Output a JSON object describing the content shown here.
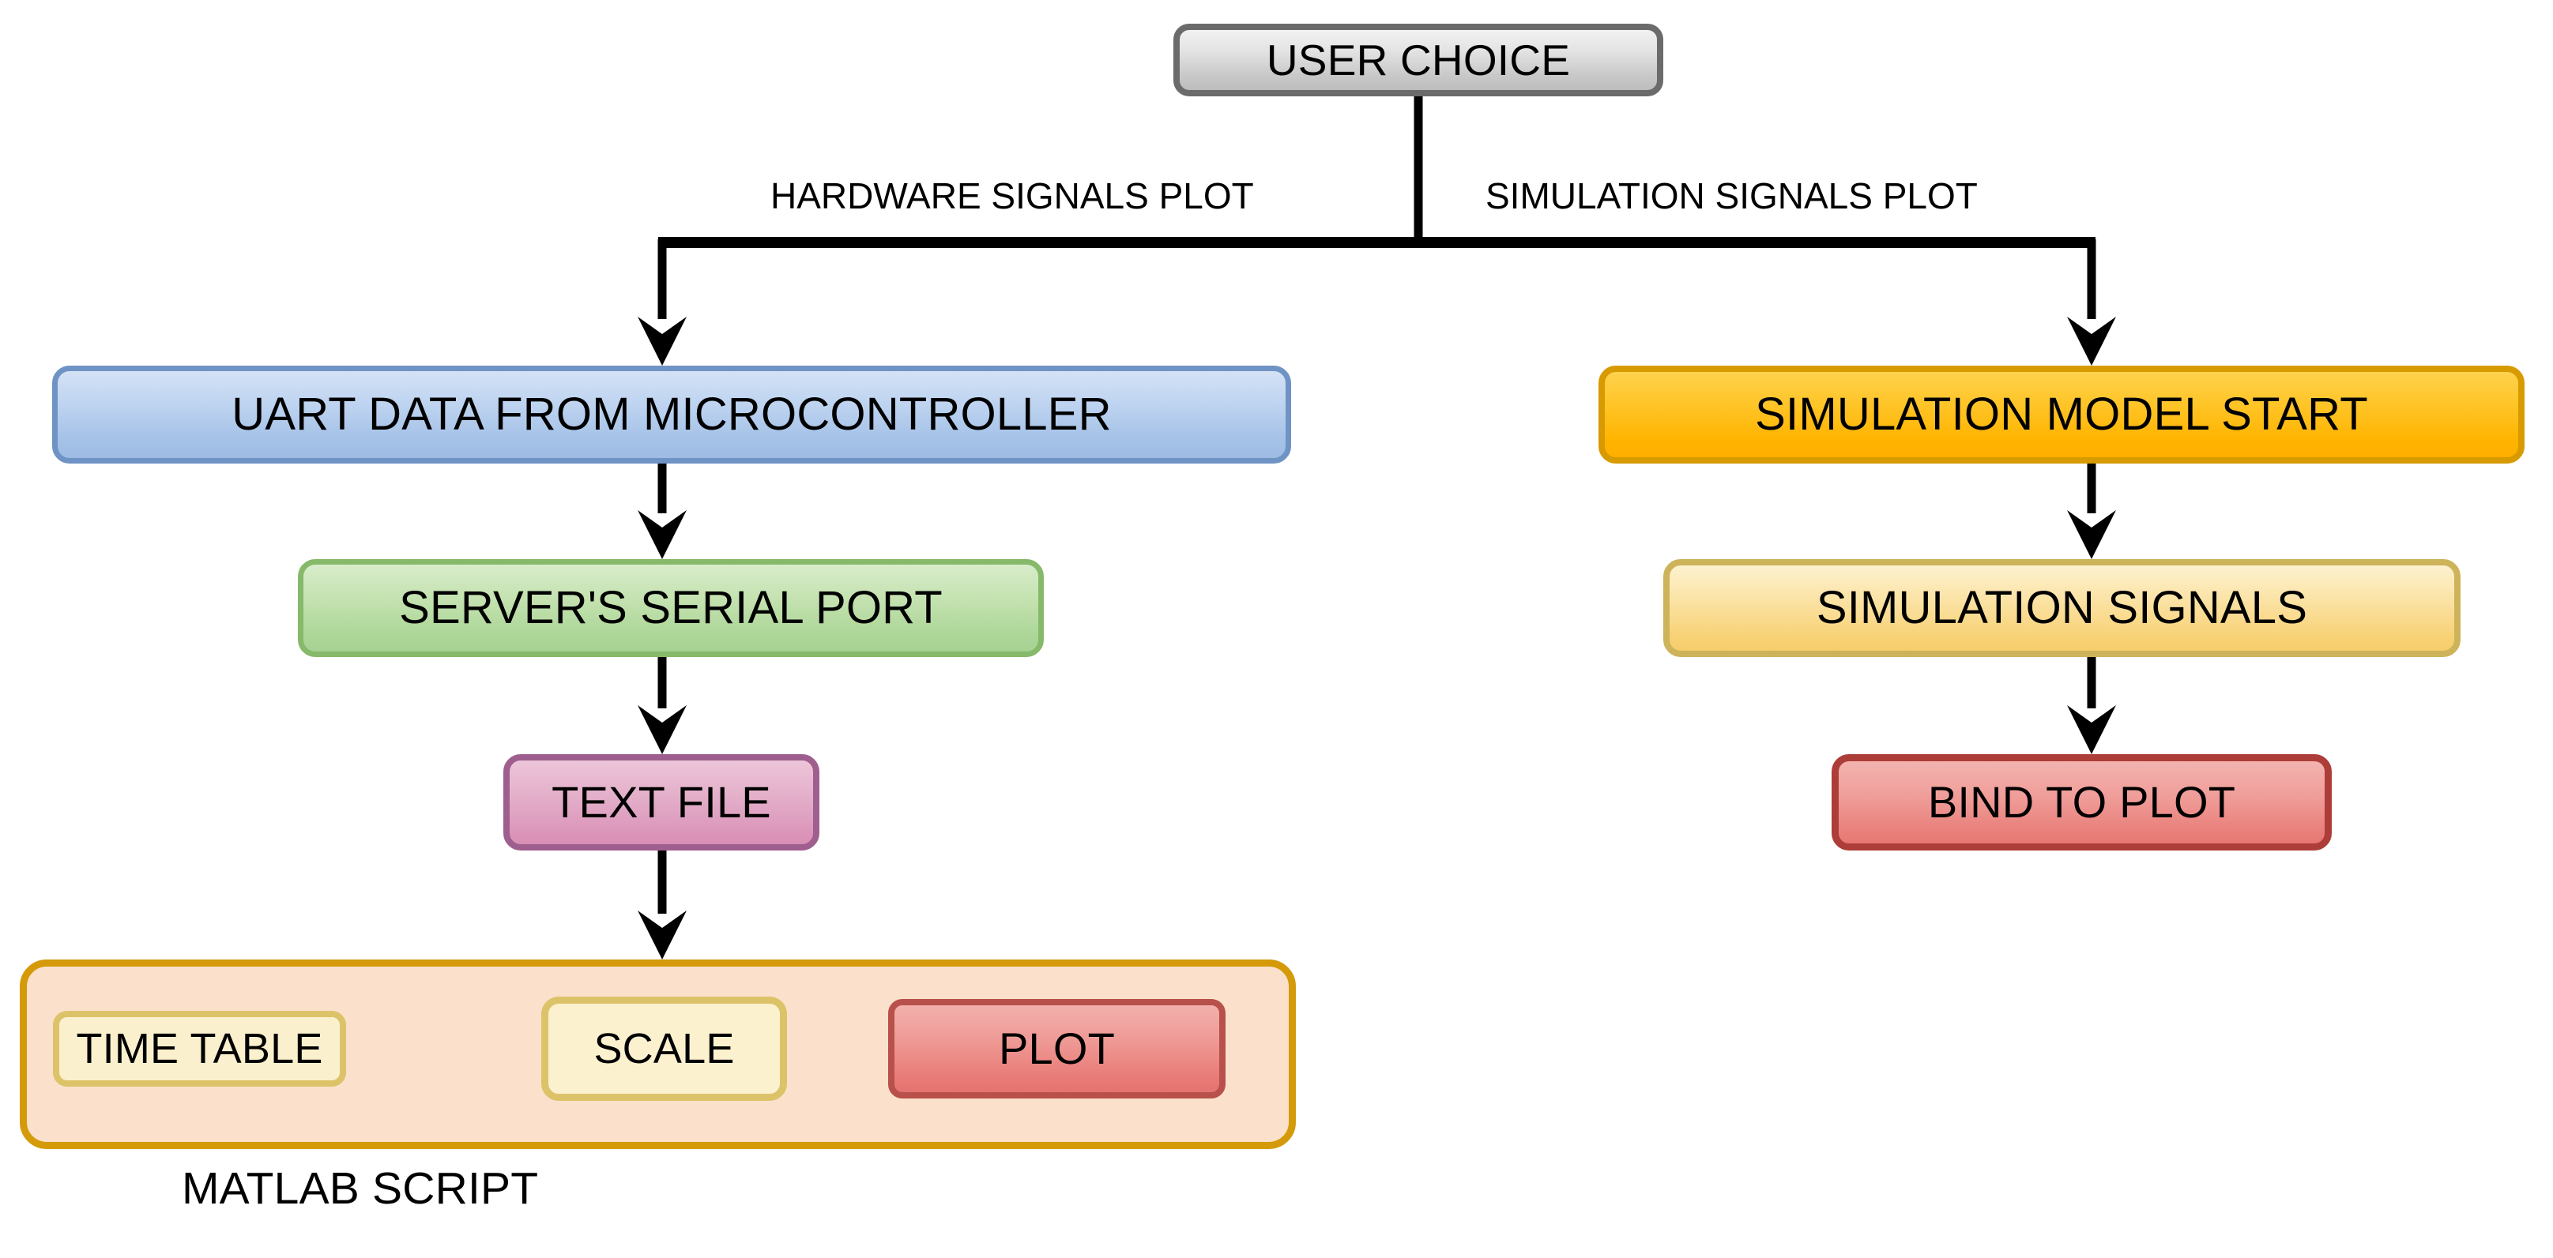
{
  "diagram": {
    "title": "USER CHOICE",
    "nodes": {
      "user_choice": "USER CHOICE",
      "uart_data": "UART DATA FROM MICROCONTROLLER",
      "serial_port": "SERVER'S SERIAL PORT",
      "text_file": "TEXT FILE",
      "time_table": "TIME TABLE",
      "scale": "SCALE",
      "plot": "PLOT",
      "matlab_script": "MATLAB SCRIPT",
      "sim_model_start": "SIMULATION MODEL START",
      "sim_signals": "SIMULATION SIGNALS",
      "bind_to_plot": "BIND TO PLOT"
    },
    "edge_labels": {
      "hardware_branch": "HARDWARE SIGNALS PLOT",
      "simulation_branch": "SIMULATION SIGNALS PLOT"
    },
    "colors": {
      "user_choice_fill": "#e3e3e3",
      "user_choice_border": "#6b6b6b",
      "uart_fill": "#bdd3f0",
      "uart_border": "#6f93c4",
      "serial_fill": "#c4e2b0",
      "serial_border": "#86b96a",
      "text_file_fill": "#e3aec9",
      "text_file_border": "#9f5f8e",
      "matlab_group_fill": "#fbe1cb",
      "matlab_group_border": "#d49a09",
      "cream_fill": "#fbf0cd",
      "cream_border": "#dcc369",
      "plot_fill": "#ef9a96",
      "plot_border": "#b8504b",
      "sim_start_fill": "#ffc62b",
      "sim_start_border": "#d79a00",
      "sim_signals_fill": "#fbe3a6",
      "sim_signals_border": "#cdb35a",
      "bind_fill": "#f09e9a",
      "bind_border": "#ad3d38",
      "connector": "#000000",
      "background": "#ffffff"
    }
  }
}
